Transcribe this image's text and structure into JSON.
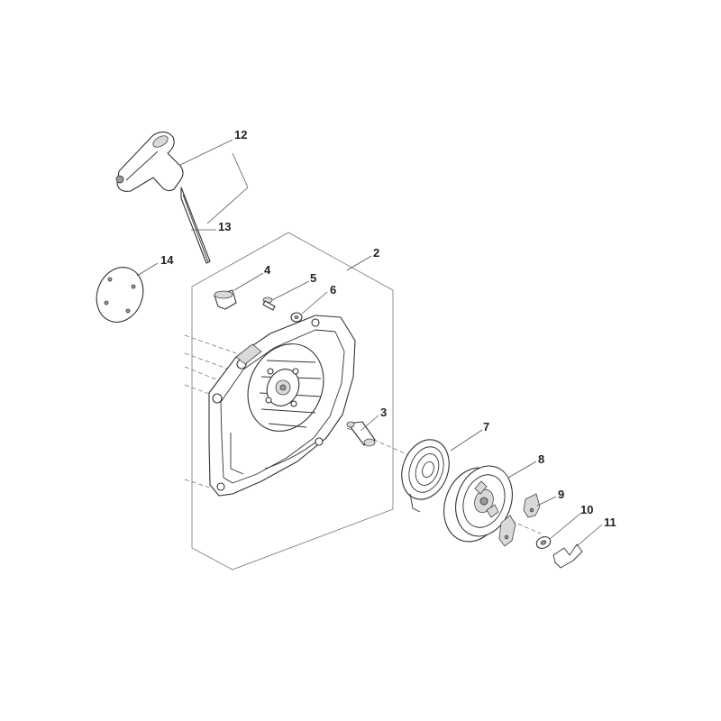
{
  "diagram": {
    "parts": [
      {
        "id": "1",
        "label": "2"
      },
      {
        "id": "2",
        "label": "3"
      },
      {
        "id": "3",
        "label": "4"
      },
      {
        "id": "4",
        "label": "5"
      },
      {
        "id": "5",
        "label": "6"
      },
      {
        "id": "6",
        "label": "7"
      },
      {
        "id": "7",
        "label": "8"
      },
      {
        "id": "8",
        "label": "9"
      },
      {
        "id": "9",
        "label": "10"
      },
      {
        "id": "10",
        "label": "11"
      },
      {
        "id": "11",
        "label": "12"
      },
      {
        "id": "12",
        "label": "13"
      },
      {
        "id": "13",
        "label": "14"
      }
    ],
    "colors": {
      "line": "#333333",
      "label": "#222222",
      "shade": "#d9d9d9"
    }
  }
}
